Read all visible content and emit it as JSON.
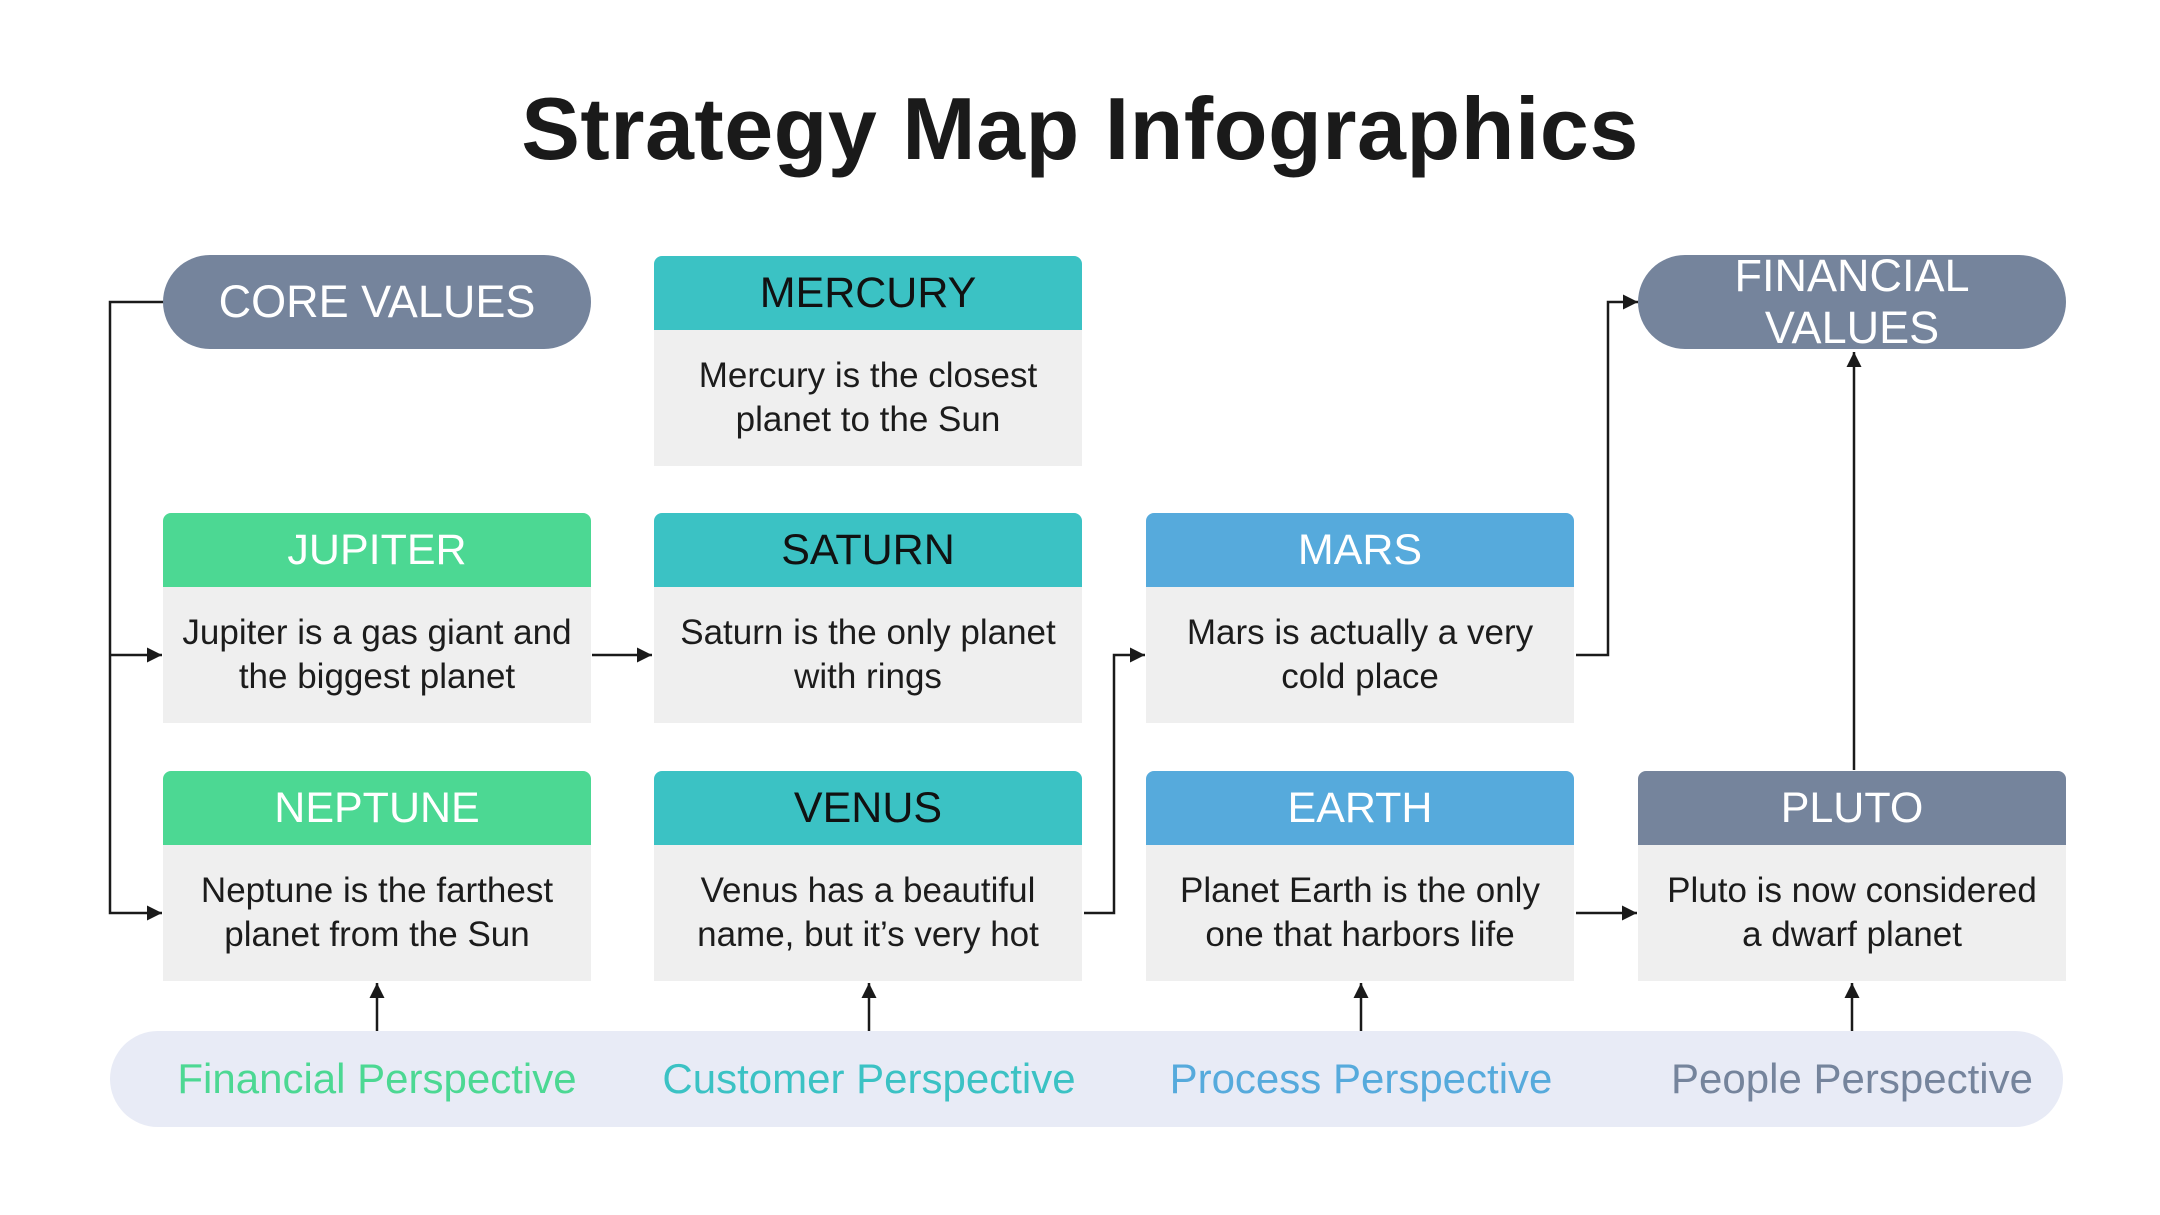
{
  "title": "Strategy Map Infographics",
  "pills": {
    "core_values": "CORE VALUES",
    "financial_values": "FINANCIAL VALUES"
  },
  "cards": {
    "mercury": {
      "title": "MERCURY",
      "text": "Mercury is the closest planet to the Sun"
    },
    "jupiter": {
      "title": "JUPITER",
      "text": "Jupiter is a gas giant and the biggest planet"
    },
    "saturn": {
      "title": "SATURN",
      "text": "Saturn is the only planet with rings"
    },
    "mars": {
      "title": "MARS",
      "text": "Mars is actually a very cold place"
    },
    "neptune": {
      "title": "NEPTUNE",
      "text": "Neptune is the farthest planet from the Sun"
    },
    "venus": {
      "title": "VENUS",
      "text": "Venus has a beautiful name, but it’s very hot"
    },
    "earth": {
      "title": "EARTH",
      "text": "Planet Earth is the only one that harbors life"
    },
    "pluto": {
      "title": "PLUTO",
      "text": "Pluto is now considered a dwarf planet"
    }
  },
  "perspectives": {
    "financial": "Financial Perspective",
    "customer": "Customer Perspective",
    "process": "Process Perspective",
    "people": "People Perspective"
  },
  "colors": {
    "green": "#4cd893",
    "teal": "#3bc2c4",
    "blue": "#56aadc",
    "slate": "#75849c",
    "card_body": "#efefef",
    "perspective_bar": "#e8ebf6"
  }
}
